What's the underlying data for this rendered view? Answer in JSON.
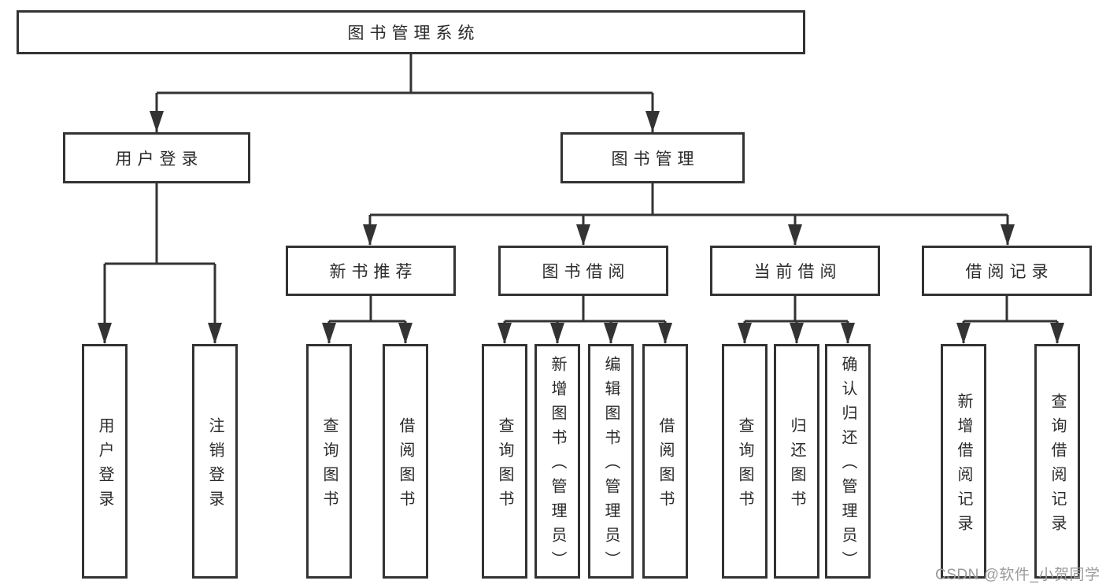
{
  "colors": {
    "line": "#333333",
    "box_border": "#333333",
    "text": "#2b2b2b",
    "watermark": "#9b9b9b",
    "background": "#ffffff"
  },
  "watermark": "CSDN @软件_小贺同学",
  "tree": {
    "root": "图书管理系统",
    "level2": [
      "用户登录",
      "图书管理"
    ],
    "level3": [
      "新书推荐",
      "图书借阅",
      "当前借阅",
      "借阅记录"
    ],
    "leaves": [
      "用户登录",
      "注销登录",
      "查询图书",
      "借阅图书",
      "查询图书",
      "新增图书（管理员）",
      "编辑图书（管理员）",
      "借阅图书",
      "查询图书",
      "归还图书",
      "确认归还（管理员）",
      "新增借阅记录",
      "查询借阅记录"
    ]
  }
}
